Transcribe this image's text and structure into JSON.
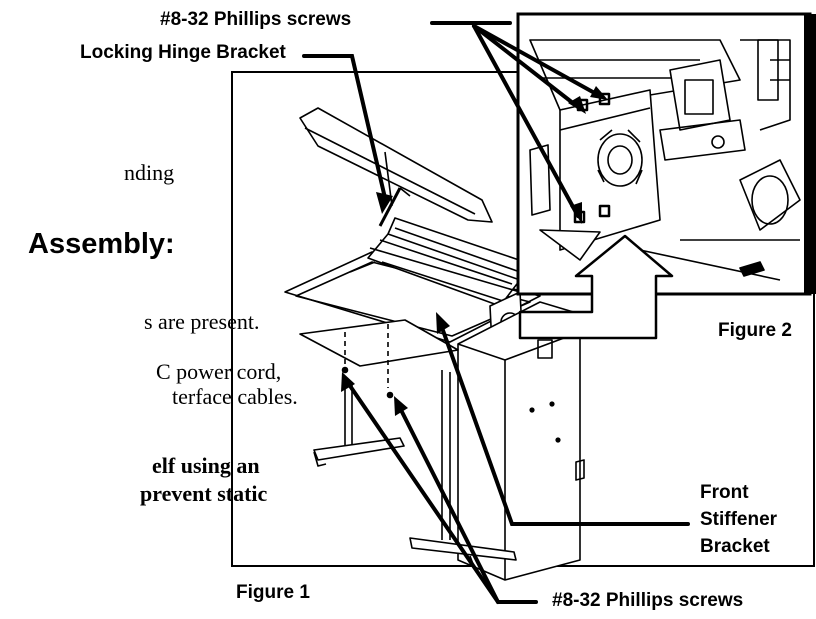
{
  "page_text": {
    "fragment_1": "nding",
    "heading_fragment": "Assembly:",
    "fragment_2": "s are present.",
    "fragment_3": "C power cord,",
    "fragment_4": "terface cables.",
    "fragment_5": "elf using an",
    "fragment_6": "prevent static"
  },
  "callouts": {
    "screws_top": "#8-32 Phillips screws",
    "locking_hinge": "Locking Hinge Bracket",
    "front_stiffener_line1": "Front",
    "front_stiffener_line2": "Stiffener",
    "front_stiffener_line3": "Bracket",
    "screws_bottom": "#8-32 Phillips screws"
  },
  "figures": {
    "figure1_caption": "Figure 1",
    "figure2_caption": "Figure 2"
  }
}
